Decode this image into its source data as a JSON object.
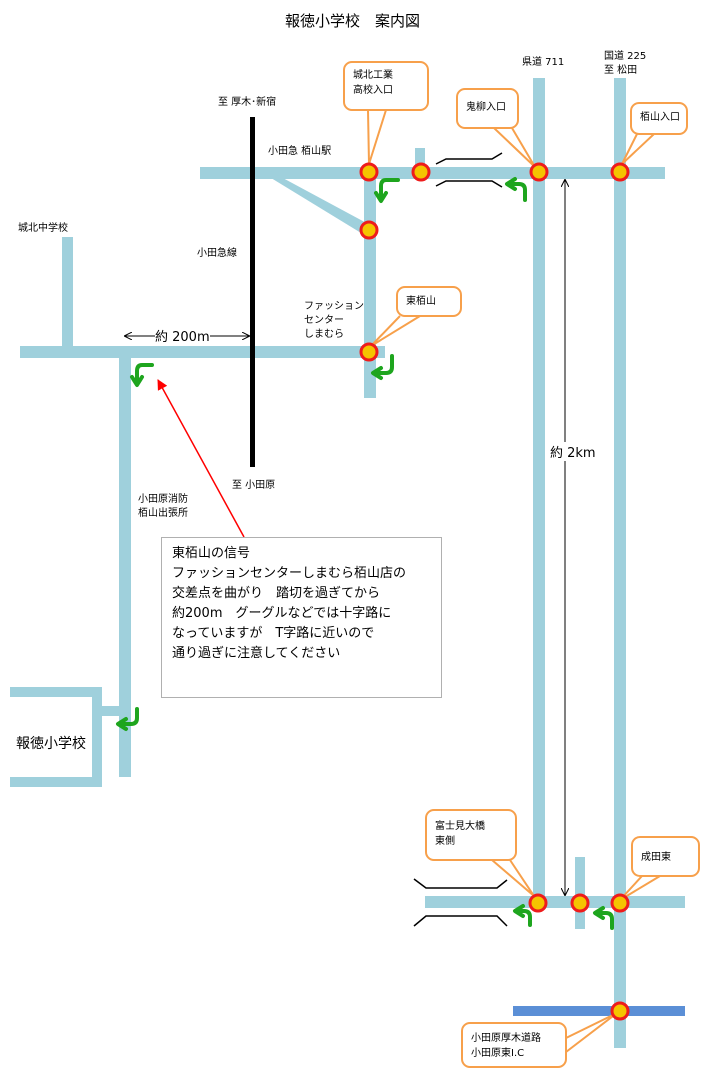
{
  "title": "報徳小学校　案内図",
  "labels": {
    "kendo": "県道 711",
    "kokudo": "国道 225\n至 松田",
    "atsugi": "至 厚木･新宿",
    "station": "小田急 栢山駅",
    "odakyu_line": "小田急線",
    "johoku_chu": "城北中学校",
    "fashion": "ファッション\nセンター\nしまむら",
    "odawara_dest": "至 小田原",
    "fire_station": "小田原消防\n栢山出張所"
  },
  "callouts": {
    "johoku_kogyo": "城北工業\n高校入口",
    "onigi": "鬼柳入口",
    "kayama_iriguchi": "栢山入口",
    "higashi_kayama": "東栢山",
    "fujimi": "富士見大橋\n東側",
    "naruta": "成田東",
    "ic": "小田原厚木道路\n小田原東I.C"
  },
  "distances": {
    "d200": "約 200m",
    "d2km": "約 2km"
  },
  "note": {
    "lines": [
      "東栢山の信号",
      "ファッションセンターしまむら栢山店の",
      "交差点を曲がり　踏切を過ぎてから",
      "約200m　グーグルなどでは十字路に",
      "なっていますが　T字路に近いので",
      "通り過ぎに注意してください"
    ]
  },
  "school": "報徳小学校",
  "colors": {
    "road": "#9fd0dc",
    "expressway": "#5b8fd6",
    "rail": "#000000",
    "signal_fill": "#f5c400",
    "signal_ring": "#ee1c1c",
    "callout_border": "#f7a04b",
    "turn_arrow": "#1ea51e",
    "pointer": "#ff0000"
  }
}
